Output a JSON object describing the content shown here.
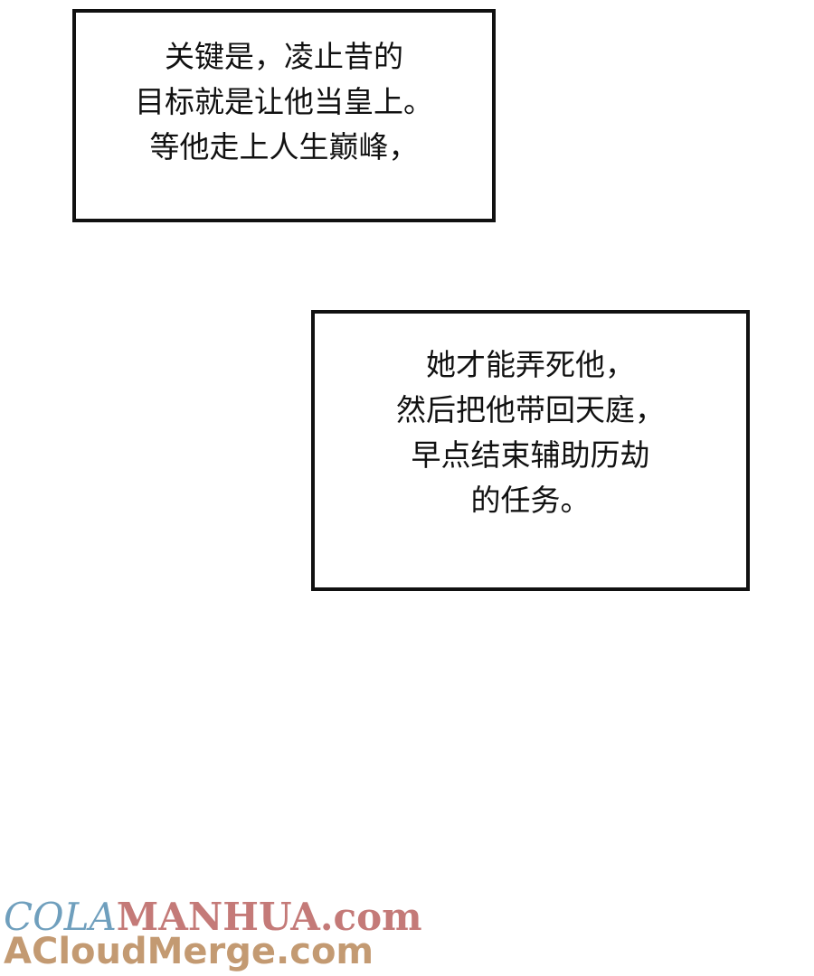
{
  "captions": [
    {
      "lines": [
        "关键是，凌止昔的",
        "目标就是让他当皇上。",
        "等他走上人生巅峰，"
      ]
    },
    {
      "lines": [
        "她才能弄死他，",
        "然后把他带回天庭，",
        "早点结束辅助历劫",
        "的任务。"
      ]
    }
  ],
  "watermark": {
    "part1": "COLA",
    "part2": "MANHUA.com",
    "line2": "ACloudMerge.com"
  }
}
